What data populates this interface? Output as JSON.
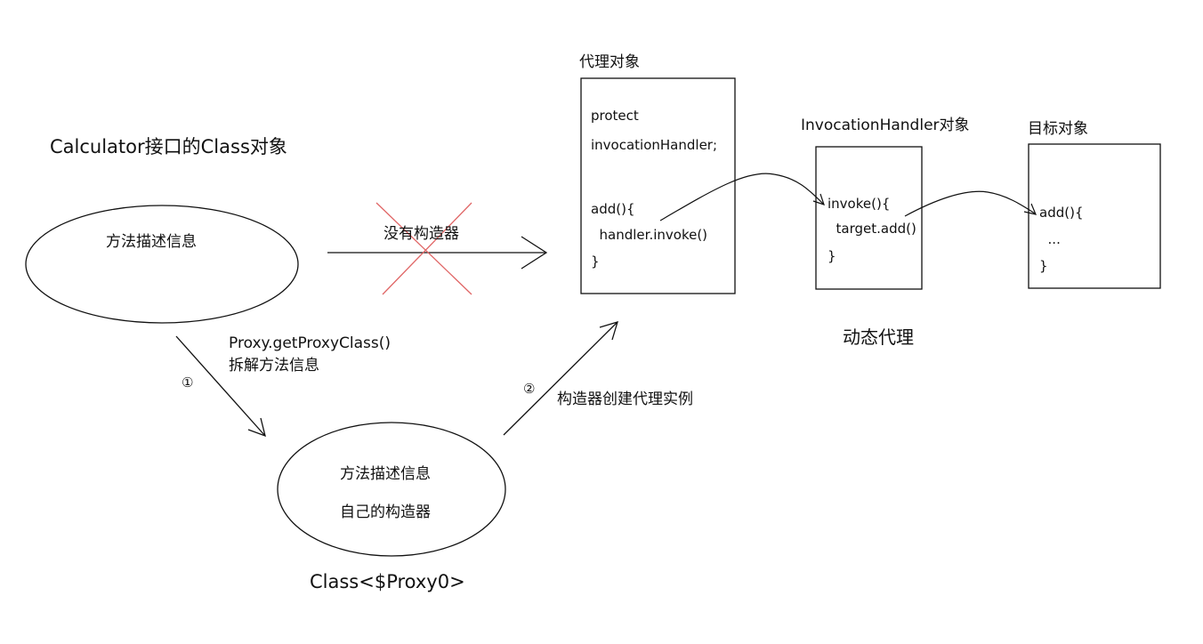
{
  "class_object": {
    "title": "Calculator接口的Class对象",
    "ellipse_text": "方法描述信息"
  },
  "no_constructor": {
    "label": "没有构造器"
  },
  "step1": {
    "marker": "①",
    "label_line1": "Proxy.getProxyClass()",
    "label_line2": "拆解方法信息"
  },
  "proxy_class": {
    "line1": "方法描述信息",
    "line2": "自己的构造器",
    "caption": "Class<$Proxy0>"
  },
  "step2": {
    "marker": "②",
    "label": "构造器创建代理实例"
  },
  "proxy_object": {
    "title": "代理对象",
    "lines": [
      "protect",
      "invocationHandler;",
      "add(){",
      "  handler.invoke()",
      "}"
    ]
  },
  "handler_object": {
    "title": "InvocationHandler对象",
    "lines": [
      "invoke(){",
      "  target.add()",
      "}"
    ]
  },
  "target_object": {
    "title": "目标对象",
    "lines": [
      "add(){",
      "  ...",
      "}"
    ]
  },
  "caption": "动态代理",
  "colors": {
    "stroke": "#111111",
    "cross": "#e06666"
  }
}
